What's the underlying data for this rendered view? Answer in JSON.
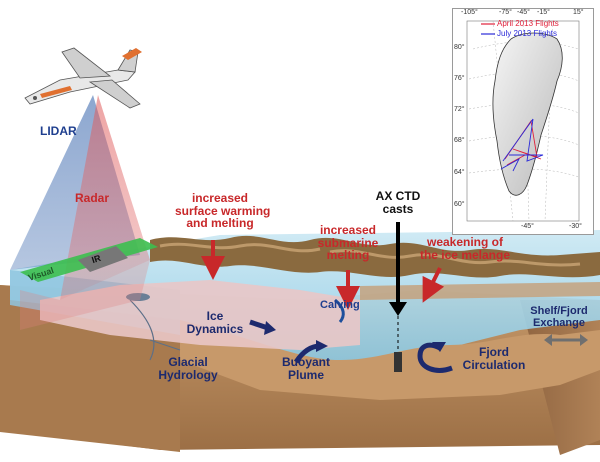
{
  "labels": {
    "lidar": "LIDAR",
    "radar": "Radar",
    "visual": "Visual",
    "ir": "IR",
    "increased_surface_warming": [
      "increased",
      "surface warming",
      "and melting"
    ],
    "increased_submarine_melting": [
      "increased",
      "submarine",
      "melting"
    ],
    "axctd_casts": [
      "AX CTD",
      "casts"
    ],
    "weakening_ice_melange": [
      "weakening of",
      "the ice melange"
    ],
    "calving": "Calving",
    "ice_dynamics": [
      "Ice",
      "Dynamics"
    ],
    "shelf_fjord_exchange": [
      "Shelf/Fjord",
      "Exchange"
    ],
    "glacial_hydrology": [
      "Glacial",
      "Hydrology"
    ],
    "buoyant_plume": [
      "Buoyant",
      "Plume"
    ],
    "fjord_circulation": [
      "Fjord",
      "Circulation"
    ]
  },
  "inset_map": {
    "legend": [
      {
        "label": "April 2013 Flights",
        "color": "#e0203a"
      },
      {
        "label": "July 2013 Flights",
        "color": "#2a2ad8"
      }
    ],
    "top_ticks": [
      "-105°",
      "-75°",
      "-45°",
      "-15°",
      "15°"
    ],
    "bottom_ticks": [
      "-45°",
      "-30°"
    ],
    "lat_ticks": [
      "80°",
      "76°",
      "72°",
      "68°",
      "64°",
      "60°"
    ]
  },
  "colors": {
    "label_red": "#c8282a",
    "label_blue": "#1f3f8f",
    "ocean": "#a9d7ea",
    "ice": "#e7c3c3",
    "seabed": "#b88a5e",
    "lidar_beam": "#4a78b8",
    "radar_beam": "#e07070",
    "visual_band": "#3cbf4f"
  }
}
